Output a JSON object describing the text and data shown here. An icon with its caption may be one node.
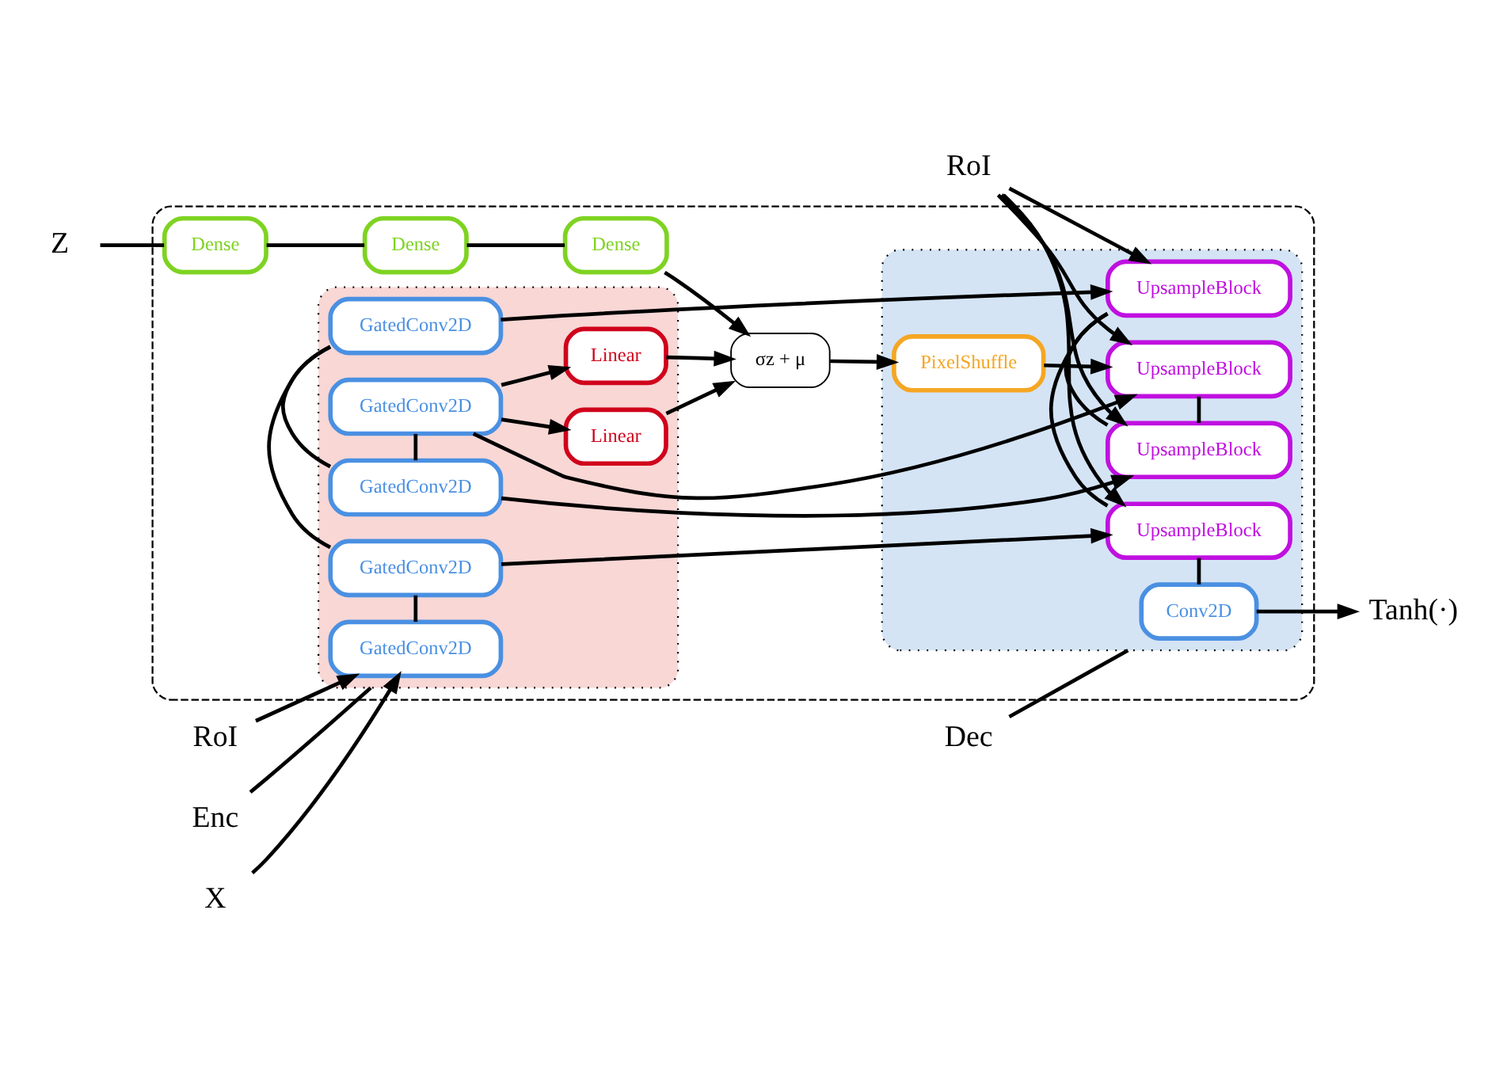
{
  "diagram": {
    "nodes": [
      {
        "text": [],
        "shape": "box"
      },
      {
        "text": [],
        "shape": "box",
        "in": 0
      },
      {
        "text": [
          "GatedConv2D"
        ],
        "in": 1
      },
      {
        "text": [
          "GatedConv2D"
        ],
        "in": 1
      },
      {
        "text": [
          "GatedConv2D"
        ],
        "in": 1
      },
      {
        "text": [
          "GatedConv2D"
        ],
        "in": 1
      },
      {
        "text": [
          "GatedConv2D"
        ],
        "in": 1
      },
      {
        "text": [
          "Linear"
        ],
        "in": 1
      },
      {
        "text": [
          "Linear"
        ],
        "in": 1
      },
      {
        "text": [],
        "shape": "box",
        "in": 0
      },
      {
        "text": [
          "Conv2D"
        ],
        "in": 9
      },
      {
        "text": [
          "UpsampleBlock"
        ],
        "in": 9
      },
      {
        "text": [
          "UpsampleBlock"
        ],
        "in": 9
      },
      {
        "text": [
          "UpsampleBlock"
        ],
        "in": 9
      },
      {
        "text": [
          "UpsampleBlock"
        ],
        "in": 9
      },
      {
        "text": [
          "PixelShuffle"
        ],
        "in": 9
      },
      {
        "text": [
          "σz + μ"
        ],
        "in": 0
      },
      {
        "text": [
          "Dense"
        ],
        "in": 0
      },
      {
        "text": [
          "Dense"
        ],
        "in": 0
      },
      {
        "text": [
          "Dense"
        ],
        "in": 0
      },
      {
        "text": [
          "X"
        ]
      },
      {
        "text": [
          "RoI"
        ]
      },
      {
        "text": [
          "Tanh(·)"
        ]
      },
      {
        "text": [
          "RoI"
        ]
      },
      {
        "text": [
          "Z"
        ]
      },
      {
        "text": [
          "Enc"
        ]
      },
      {
        "text": [
          "Dec"
        ]
      }
    ],
    "edges": [
      {
        "from": 20,
        "to": 2,
        "arrow": "to"
      },
      {
        "from": 21,
        "to": 2,
        "arrow": "to"
      },
      {
        "from": 2,
        "to": 3,
        "arrow": "none"
      },
      {
        "from": 3,
        "to": 4,
        "arrow": "none"
      },
      {
        "from": 4,
        "to": 5,
        "arrow": "none"
      },
      {
        "from": 5,
        "to": 6,
        "arrow": "none"
      },
      {
        "from": 6,
        "to": 7,
        "arrow": "to"
      },
      {
        "from": 6,
        "to": 8,
        "arrow": "to"
      },
      {
        "from": 3,
        "to": 11,
        "arrow": "to"
      },
      {
        "from": 4,
        "to": 12,
        "arrow": "to"
      },
      {
        "from": 5,
        "to": 13,
        "arrow": "to"
      },
      {
        "from": 6,
        "to": 14,
        "arrow": "to"
      },
      {
        "from": 7,
        "to": 16,
        "arrow": "to"
      },
      {
        "from": 8,
        "to": 16,
        "arrow": "to"
      },
      {
        "from": 16,
        "to": 15,
        "arrow": "to"
      },
      {
        "from": 15,
        "to": 14,
        "arrow": "to"
      },
      {
        "from": 14,
        "to": 13,
        "arrow": "none"
      },
      {
        "from": 13,
        "to": 12,
        "arrow": "none"
      },
      {
        "from": 12,
        "to": 11,
        "arrow": "none"
      },
      {
        "from": 11,
        "to": 10,
        "arrow": "none"
      },
      {
        "from": 10,
        "to": 22,
        "arrow": "to"
      },
      {
        "from": 23,
        "to": 11,
        "arrow": "to"
      },
      {
        "from": 23,
        "to": 12,
        "arrow": "to"
      },
      {
        "from": 23,
        "to": 13,
        "arrow": "to"
      },
      {
        "from": 23,
        "to": 14,
        "arrow": "to"
      },
      {
        "from": 24,
        "to": 17,
        "arrow": "none"
      },
      {
        "from": 17,
        "to": 18,
        "arrow": "none"
      },
      {
        "from": 18,
        "to": 19,
        "arrow": "none"
      },
      {
        "from": 19,
        "to": 16,
        "arrow": "to"
      },
      {
        "from": 25,
        "to": 1,
        "arrow": "none"
      },
      {
        "from": 26,
        "to": 9,
        "arrow": "none"
      }
    ]
  }
}
